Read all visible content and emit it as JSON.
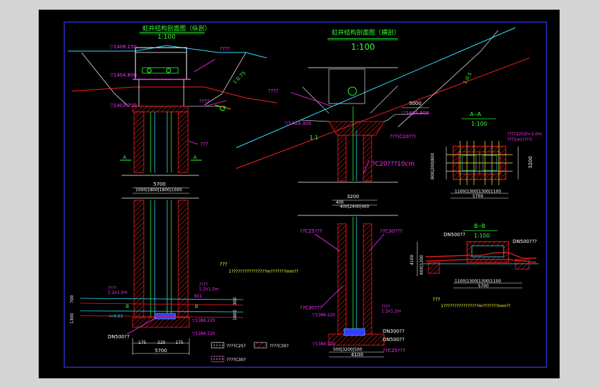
{
  "colors": {
    "background_window": "#d4d4d4",
    "sheet": "#000000",
    "frame": "#3a3aff",
    "red": "#ff2020",
    "cyan": "#30e0ff",
    "green": "#30ff30",
    "magenta": "#ff30ff",
    "yellow": "#ffff40",
    "white": "#ffffff",
    "orange": "#ff8a00",
    "gray": "#c8c8c8"
  },
  "left_view": {
    "title": "虹井结构剖面图（纵剖）",
    "scale": "1:100",
    "labels": {
      "level_top": "▽1408.150",
      "level_mid": "▽1404.800",
      "level_ground": "▽1403.700",
      "slope": "1:0.75",
      "note_top": "????",
      "note_right": "????",
      "note_wall": "???",
      "section_a_left": "A",
      "section_a_right": "A",
      "width_top": "5700",
      "width_top_detail": "1000|1800|1800|1000",
      "bottom_note_1": "???",
      "bottom_note_2": "1????????????????m???????mm??",
      "grade_left": "????\n1:2x1.2m",
      "grade_right": "????\n1:2x1.2m",
      "dim_651": "651",
      "section_b_left": "B",
      "section_b_right": "B",
      "slope_i": "i=0.01",
      "level_1386": "▽1386.220",
      "level_1384": "▽1384.720",
      "pipe_label": "DN500??",
      "dim_175a": "175",
      "dim_220": "220",
      "dim_175b": "175",
      "width_bottom": "5700",
      "vdim_1": "1300",
      "vdim_2": "700",
      "vdim_r1": "300",
      "vdim_r2": "1800"
    }
  },
  "right_view": {
    "title": "虹井结构剖面图（横剖）",
    "scale": "1:100",
    "labels": {
      "level_1404": "▽1404.800",
      "level_1403": "▽1403.300",
      "dim_5000": "5000",
      "slope_right": "1:0.5",
      "slope_left": "1:1",
      "note": "????",
      "concrete_top": "???(C20??)",
      "concrete_side": "?C20???10cm",
      "width_3200": "3200",
      "width_detail": "400|2400|400",
      "dim_400": "400",
      "wall_left": "??C25???",
      "wall_right": "??C30???",
      "bottom_left": "??C30???",
      "level_1386": "▽1386.220",
      "level_1384": "▽1384.720",
      "grade": "????\n1:2x1.2m",
      "pipe_1": "DN300??",
      "pipe_2": "DN500??",
      "bottom_note": "??C25???",
      "bottom_dim": "500|3200|500",
      "bottom_width": "4100"
    }
  },
  "section_aa": {
    "title": "A--A",
    "scale": "1:100",
    "note_1": "????2252l=3.0m",
    "note_2": "???1m(????)",
    "dim_right": "3200",
    "dim_left": "800|200|800",
    "dim_bottom": "1100|1300|1300|1100",
    "dim_bottom_total": "5700"
  },
  "section_bb": {
    "title": "B--B",
    "scale": "1:100",
    "pipe_left": "DN500??",
    "pipe_right": "DN500???",
    "vdim": "4100",
    "vdim_detail": "600|1200",
    "dim_bottom": "1100|1300|1300|1100",
    "dim_bottom_total": "5700",
    "note_1": "???",
    "note_2": "1????????????????m???????mm??"
  },
  "legend": {
    "item_1": "????C25?",
    "item_2": "????C30?",
    "item_3": "????C30?"
  }
}
